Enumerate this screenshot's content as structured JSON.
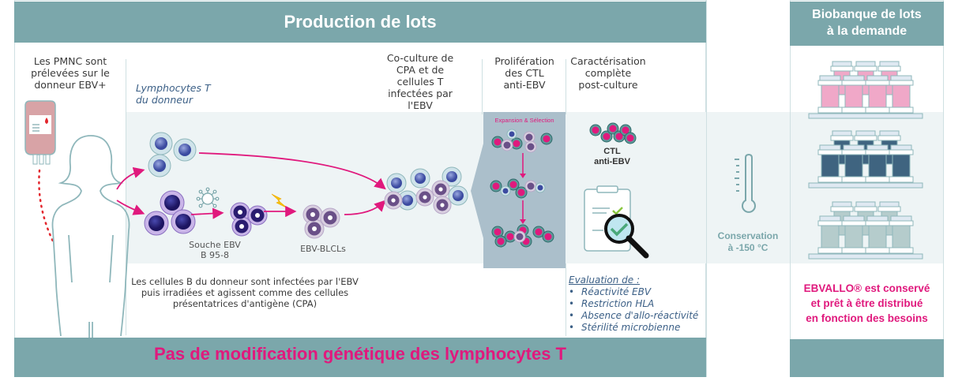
{
  "production": {
    "title": "Production de lots",
    "footer": "Pas de modification génétique des lymphocytes T"
  },
  "biobank": {
    "title_line1": "Biobanque de lots",
    "title_line2": "à la demande",
    "note_line1": "EBVALLO® est conservé",
    "note_line2": "et prêt à être distribué",
    "note_line3": "en fonction des besoins"
  },
  "donor": {
    "line1": "Les PMNC sont",
    "line2": "prélevées sur le",
    "line3": "donneur EBV+"
  },
  "lymphocytes": {
    "line1": "Lymphocytes T",
    "line2": "du donneur"
  },
  "strain": {
    "line1": "Souche EBV",
    "line2": "B 95-8"
  },
  "blcl_label": "EBV-BLCLs",
  "bcells_note": {
    "line1": "Les cellules B du donneur sont infectées par l'EBV",
    "line2": "puis irradiées et agissent comme des cellules",
    "line3": "présentatrices d'antigène (CPA)"
  },
  "coculture": {
    "line1": "Co-culture de",
    "line2": "CPA et de",
    "line3": "cellules T",
    "line4": "infectées par",
    "line5": "l'EBV"
  },
  "proliferation": {
    "line1": "Prolifération",
    "line2": "des CTL",
    "line3": "anti-EBV",
    "panel_label": "Expansion & Sélection"
  },
  "characterisation": {
    "line1": "Caractérisation",
    "line2": "complète",
    "line3": "post-culture",
    "ctl_line1": "CTL",
    "ctl_line2": "anti-EBV"
  },
  "evaluation": {
    "title": "Evaluation de :",
    "items": [
      "Réactivité EBV",
      "Restriction HLA",
      "Absence d'allo-réactivité",
      "Stérilité microbienne"
    ]
  },
  "conservation": {
    "line1": "Conservation",
    "line2": "à -150 °C"
  },
  "colors": {
    "teal": "#7ba7ab",
    "magenta": "#e0197d",
    "navy": "#3b5f86",
    "vial_pink": "#f0a8c8",
    "vial_navy": "#3f6480",
    "vial_grey": "#b5cccc"
  },
  "icons": [
    "blood-bag-icon",
    "person-silhouette-icon",
    "t-cell-cluster-icon",
    "b-cell-cluster-icon",
    "virus-icon",
    "lightning-icon",
    "clipboard-check-icon",
    "magnifier-icon",
    "thermometer-icon",
    "vial-rack-icon"
  ]
}
